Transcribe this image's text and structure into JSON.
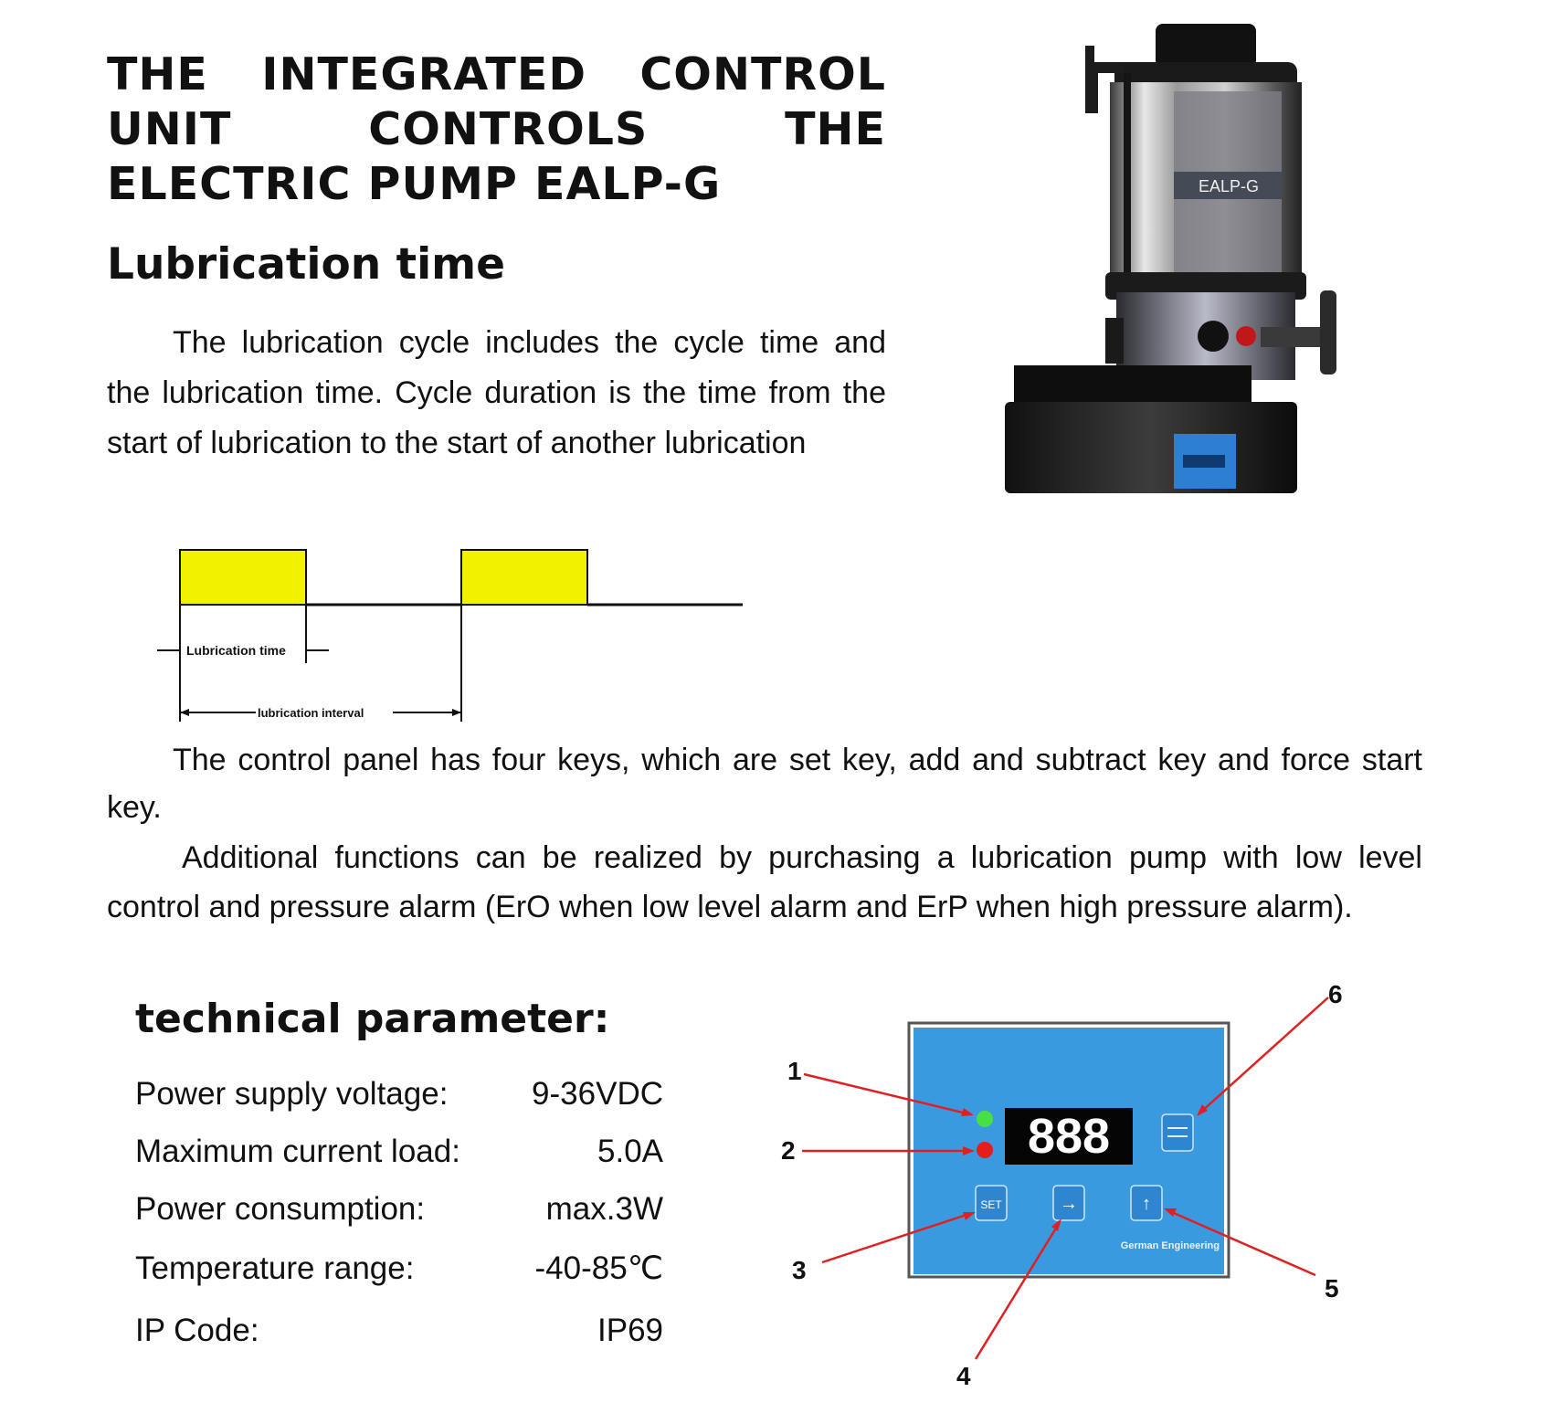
{
  "heading": "THE INTEGRATED CONTROL UNIT CONTROLS THE ELECTRIC PUMP EALP-G",
  "subheading": "Lubrication time",
  "paragraphs": [
    "The lubrication cycle includes the cycle time and the lubrication time. Cycle duration is the time from the start of lubrication to the start of another lubrication",
    "The control panel has four keys, which are set key, add and subtract key and force start key.",
    "Additional functions can be realized by purchasing a lubrication pump with low level control and pressure alarm (ErO when low level alarm and ErP when high pressure alarm)."
  ],
  "timing_diagram": {
    "lubrication_time_label": "Lubrication time",
    "lubrication_interval_label": "lubrication interval",
    "pulse_color": "#f2f200"
  },
  "pump_image": {
    "brand_label": "EALP-G"
  },
  "tech_params": {
    "title": "technical parameter:",
    "rows": [
      {
        "label": "Power supply voltage:",
        "value": "9-36VDC"
      },
      {
        "label": "Maximum current load:",
        "value": "5.0A"
      },
      {
        "label": "Power consumption:",
        "value": "max.3W"
      },
      {
        "label": "Temperature range:",
        "value": "-40-85℃"
      },
      {
        "label": "IP Code:",
        "value": "IP69"
      }
    ]
  },
  "control_panel": {
    "display": "888",
    "set_key": "SET",
    "arrow_key": "→",
    "up_key": "↑",
    "footer": "German Engineering",
    "callouts": [
      "1",
      "2",
      "3",
      "4",
      "5",
      "6"
    ],
    "panel_color": "#3a9ae0",
    "callout_color": "#e02020"
  }
}
